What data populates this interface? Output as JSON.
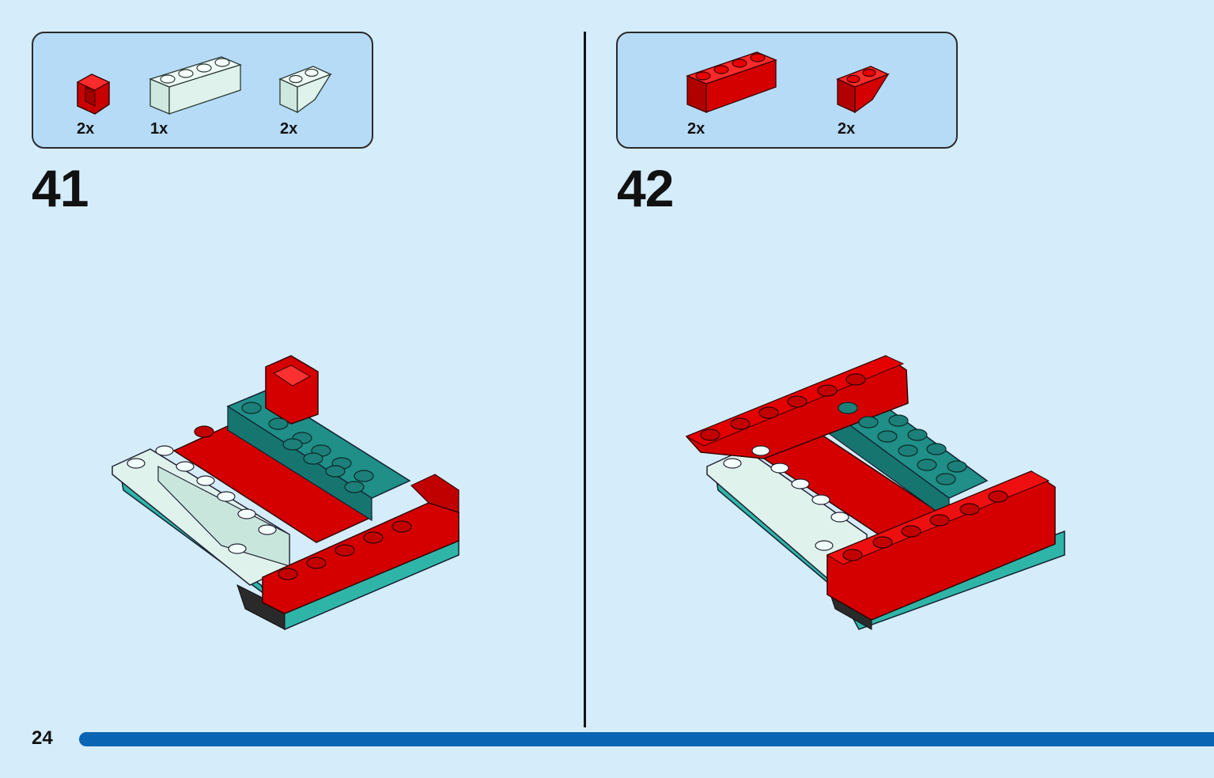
{
  "page": {
    "number": "24",
    "accent_color": "#0a64b4",
    "background": "#d5ecfb"
  },
  "steps": [
    {
      "number": "41",
      "parts": [
        {
          "icon": "red-corner-brick-icon",
          "color": "#d40000",
          "qty": "2x"
        },
        {
          "icon": "white-1x4-brick-icon",
          "color": "#dff3ec",
          "qty": "1x"
        },
        {
          "icon": "white-slope-brick-icon",
          "color": "#dff3ec",
          "qty": "2x"
        }
      ]
    },
    {
      "number": "42",
      "parts": [
        {
          "icon": "red-1x4-brick-icon",
          "color": "#d40000",
          "qty": "2x"
        },
        {
          "icon": "red-slope-brick-icon",
          "color": "#d40000",
          "qty": "2x"
        }
      ]
    }
  ]
}
